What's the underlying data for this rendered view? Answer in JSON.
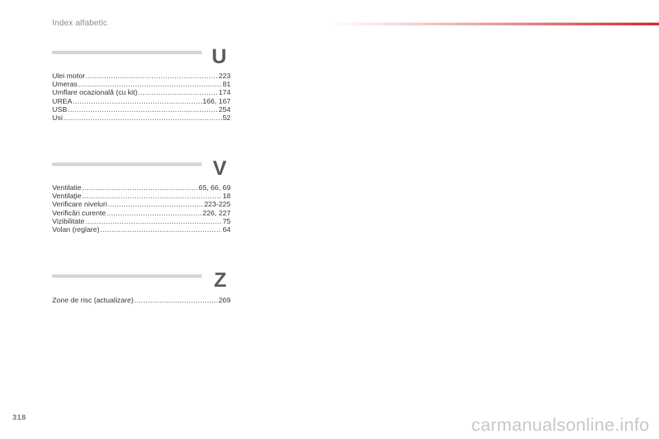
{
  "header": {
    "title": "Index alfabetic"
  },
  "sections": [
    {
      "letter": "U",
      "entries": [
        {
          "term": "Ulei motor",
          "pages": "223"
        },
        {
          "term": "Umeras",
          "pages": "81"
        },
        {
          "term": "Umflare ocazională (cu kit)",
          "pages": "174"
        },
        {
          "term": "UREA",
          "pages": "166, 167"
        },
        {
          "term": "USB",
          "pages": "254"
        },
        {
          "term": "Usi",
          "pages": "52"
        }
      ]
    },
    {
      "letter": "V",
      "entries": [
        {
          "term": "Ventilatie",
          "pages": "65, 66, 69"
        },
        {
          "term": "Ventilaţie",
          "pages": "18"
        },
        {
          "term": "Verificare niveluri",
          "pages": "223-225"
        },
        {
          "term": "Verificări curente",
          "pages": "226, 227"
        },
        {
          "term": "Vizibilitate",
          "pages": "75"
        },
        {
          "term": "Volan (reglare)",
          "pages": "64"
        }
      ]
    },
    {
      "letter": "Z",
      "entries": [
        {
          "term": "Zone de risc (actualizare)",
          "pages": "269"
        }
      ]
    }
  ],
  "footer": {
    "page_number": "318",
    "watermark": "carmanualsonline.info"
  }
}
